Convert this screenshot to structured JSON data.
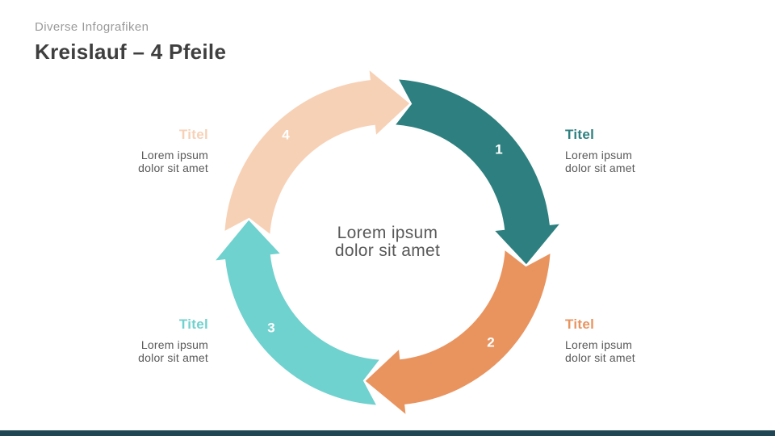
{
  "slide": {
    "eyebrow": "Diverse Infografiken",
    "title": "Kreislauf – 4 Pfeile"
  },
  "diagram": {
    "center_text": "Lorem ipsum dolor sit amet",
    "arrows": [
      {
        "number": "1",
        "color": "#2E8080"
      },
      {
        "number": "2",
        "color": "#E9945F"
      },
      {
        "number": "3",
        "color": "#6FD2CF"
      },
      {
        "number": "4",
        "color": "#F7D1B6"
      }
    ]
  },
  "labels": {
    "right_top": {
      "title": "Titel",
      "color": "#2E8080",
      "body": "Lorem ipsum dolor sit amet"
    },
    "right_bottom": {
      "title": "Titel",
      "color": "#E9945F",
      "body": "Lorem ipsum dolor sit amet"
    },
    "left_bottom": {
      "title": "Titel",
      "color": "#6FD2CF",
      "body": "Lorem ipsum dolor sit amet"
    },
    "left_top": {
      "title": "Titel",
      "color": "#F7D1B6",
      "body": "Lorem ipsum dolor sit amet"
    }
  },
  "footer": {
    "bar_color": "#204653"
  }
}
